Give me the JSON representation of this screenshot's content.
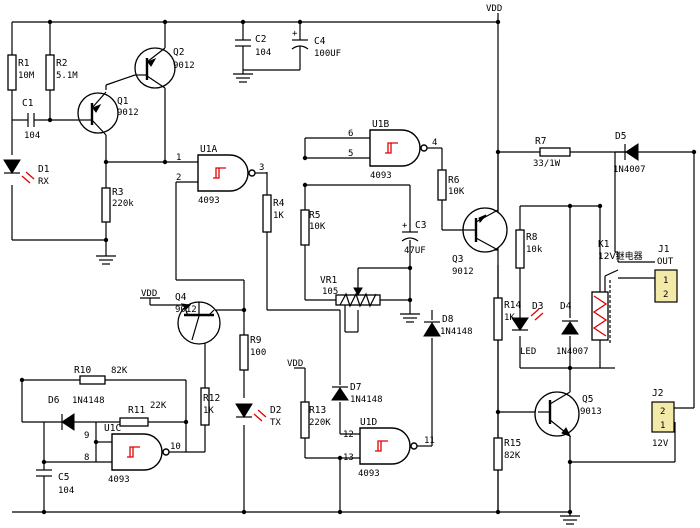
{
  "supply": {
    "vdd_top": "VDD",
    "vdd_q4": "VDD",
    "vdd_r13": "VDD"
  },
  "resistors": {
    "r1": {
      "ref": "R1",
      "value": "10M"
    },
    "r2": {
      "ref": "R2",
      "value": "5.1M"
    },
    "r3": {
      "ref": "R3",
      "value": "220k"
    },
    "r4": {
      "ref": "R4",
      "value": "1K"
    },
    "r5": {
      "ref": "R5",
      "value": "10K"
    },
    "r6": {
      "ref": "R6",
      "value": "10K"
    },
    "r7": {
      "ref": "R7",
      "value": "33/1W"
    },
    "r8": {
      "ref": "R8",
      "value": "10k"
    },
    "r9": {
      "ref": "R9",
      "value": "100"
    },
    "r10": {
      "ref": "R10",
      "value": "82K"
    },
    "r11": {
      "ref": "R11",
      "value": "22K"
    },
    "r12": {
      "ref": "R12",
      "value": "1K"
    },
    "r13": {
      "ref": "R13",
      "value": "220K"
    },
    "r14": {
      "ref": "R14",
      "value": "1K"
    },
    "r15": {
      "ref": "R15",
      "value": "82K"
    },
    "vr1": {
      "ref": "VR1",
      "value": "105"
    }
  },
  "capacitors": {
    "c1": {
      "ref": "C1",
      "value": "104"
    },
    "c2": {
      "ref": "C2",
      "value": "104"
    },
    "c3": {
      "ref": "C3",
      "value": "47UF"
    },
    "c4": {
      "ref": "C4",
      "value": "100UF"
    },
    "c5": {
      "ref": "C5",
      "value": "104"
    }
  },
  "transistors": {
    "q1": {
      "ref": "Q1",
      "value": "9012"
    },
    "q2": {
      "ref": "Q2",
      "value": "9012"
    },
    "q3": {
      "ref": "Q3",
      "value": "9012"
    },
    "q4": {
      "ref": "Q4",
      "value": "9012"
    },
    "q5": {
      "ref": "Q5",
      "value": "9013"
    }
  },
  "diodes": {
    "d1": {
      "ref": "D1",
      "value": "RX"
    },
    "d2": {
      "ref": "D2",
      "value": "TX"
    },
    "d3": {
      "ref": "D3",
      "value": "LED"
    },
    "d4": {
      "ref": "D4",
      "value": "1N4007"
    },
    "d5": {
      "ref": "D5",
      "value": "1N4007"
    },
    "d6": {
      "ref": "D6",
      "value": "1N4148"
    },
    "d7": {
      "ref": "D7",
      "value": "1N4148"
    },
    "d8": {
      "ref": "D8",
      "value": "1N4148"
    }
  },
  "gates": {
    "u1a": {
      "ref": "U1A",
      "part": "4093",
      "pin_a": "1",
      "pin_b": "2",
      "pin_out": "3"
    },
    "u1b": {
      "ref": "U1B",
      "part": "4093",
      "pin_a": "6",
      "pin_b": "5",
      "pin_out": "4"
    },
    "u1c": {
      "ref": "U1C",
      "part": "4093",
      "pin_a": "9",
      "pin_b": "8",
      "pin_out": "10"
    },
    "u1d": {
      "ref": "U1D",
      "part": "4093",
      "pin_a": "12",
      "pin_b": "13",
      "pin_out": "11"
    }
  },
  "relay": {
    "ref": "K1",
    "value": "12V继电器"
  },
  "connectors": {
    "j1": {
      "ref": "J1",
      "label": "OUT",
      "pin1": "1",
      "pin2": "2"
    },
    "j2": {
      "ref": "J2",
      "label": "12V",
      "pin1": "2",
      "pin2": "1"
    }
  }
}
